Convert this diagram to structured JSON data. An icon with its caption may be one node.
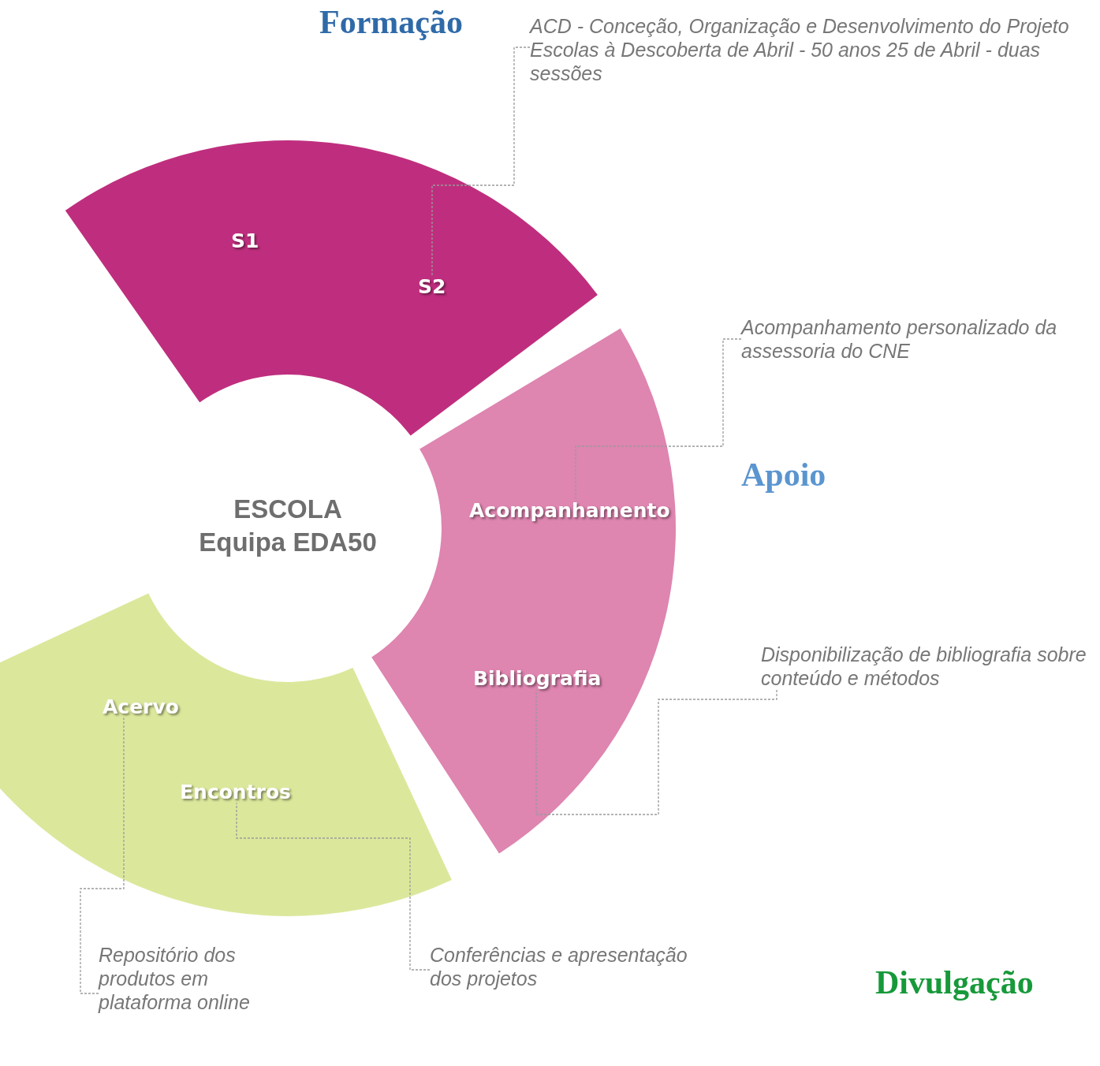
{
  "diagram": {
    "nodes": [
      {
        "text": [],
        "shape": "band"
      },
      {
        "text": [
          "S1"
        ],
        "in": 0
      },
      {
        "text": [
          "S2"
        ],
        "in": 0
      },
      {
        "text": [],
        "shape": "band"
      },
      {
        "text": [
          "Acompanhamento"
        ],
        "in": 3
      },
      {
        "text": [
          "Bibliografia"
        ],
        "in": 3
      },
      {
        "text": [],
        "shape": "band"
      },
      {
        "text": [
          "Acervo"
        ],
        "in": 6
      },
      {
        "text": [
          "Encontros"
        ],
        "in": 6
      },
      {
        "text": [
          "ACD - Conceção, Organização e Desenvolvimento do Projeto Escolas à Descoberta de Abril - 50 anos 25 de Abril - duas sessões"
        ]
      },
      {
        "text": [
          "Acompanhamento personalizado da assessoria do CNE"
        ]
      },
      {
        "text": [
          "Disponibilização de bibliografia sobre conteúdo e métodos"
        ]
      },
      {
        "text": [
          "Repositório dos produtos em plataforma online"
        ]
      },
      {
        "text": [
          "Conferências e apresentação dos projetos"
        ]
      }
    ],
    "edges": [
      {
        "from": 9,
        "to": 2,
        "arrow": "none",
        "style": "dashed"
      },
      {
        "from": 10,
        "to": 4,
        "arrow": "none",
        "style": "dashed"
      },
      {
        "from": 11,
        "to": 5,
        "arrow": "none",
        "style": "dashed"
      },
      {
        "from": 12,
        "to": 7,
        "arrow": "none",
        "style": "dashed"
      },
      {
        "from": 13,
        "to": 8,
        "arrow": "none",
        "style": "dashed"
      }
    ],
    "labels": [
      "Formação",
      "ESCOLA Equipa EDA50",
      "Apoio",
      "Divulgação"
    ]
  }
}
